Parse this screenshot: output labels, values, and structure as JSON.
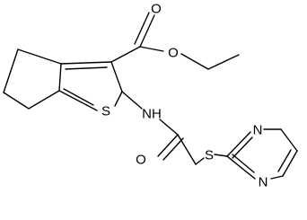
{
  "molecule": {
    "atoms": {
      "o_ester_carbonyl": "O",
      "o_ester_ether": "O",
      "s_thiophene": "S",
      "nh_amide": "NH",
      "o_amide": "O",
      "s_thioether": "S",
      "n_pyrimidine_top": "N",
      "n_pyrimidine_bottom": "N"
    }
  }
}
